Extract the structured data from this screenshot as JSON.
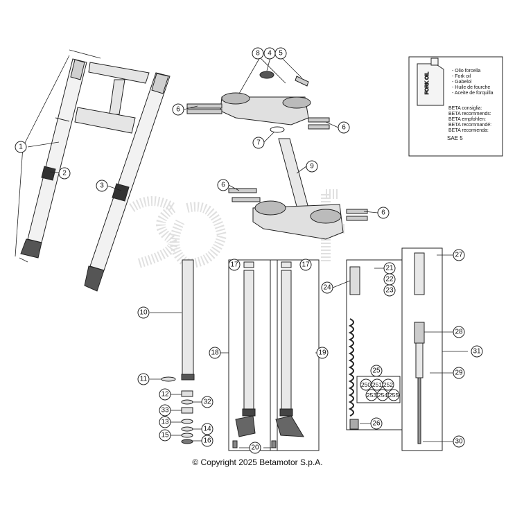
{
  "callouts": {
    "c1": "1",
    "c2": "2",
    "c3": "3",
    "c4": "4",
    "c5": "5",
    "c6": "6",
    "c7": "7",
    "c8": "8",
    "c9": "9",
    "c10": "10",
    "c11": "11",
    "c12": "12",
    "c13": "13",
    "c14": "14",
    "c15": "15",
    "c16": "16",
    "c17": "17",
    "c18": "18",
    "c19": "19",
    "c20": "20",
    "c21": "21",
    "c22": "22",
    "c23": "23",
    "c24": "24",
    "c25": "25",
    "c26": "26",
    "c27": "27",
    "c28": "28",
    "c29": "29",
    "c30": "30",
    "c31": "31",
    "c32": "32",
    "c33": "33",
    "c250": "250",
    "c251": "251",
    "c252": "252",
    "c253": "253",
    "c254": "254",
    "c255": "255"
  },
  "oil_box": {
    "can_label": "FORK OIL",
    "lines": [
      "- Olio forcella",
      "- Fork oil",
      "- Gabelol",
      "- Huile de fourche",
      "- Aceite de forquilla"
    ],
    "recommend": [
      "BETA consiglia:",
      "BETA recommends:",
      "BETA empfohlen:",
      "BETA recommandé:",
      "BETA recomienda:"
    ],
    "grade": "SAE 5"
  },
  "copyright": "© Copyright 2025 Betamotor S.p.A."
}
